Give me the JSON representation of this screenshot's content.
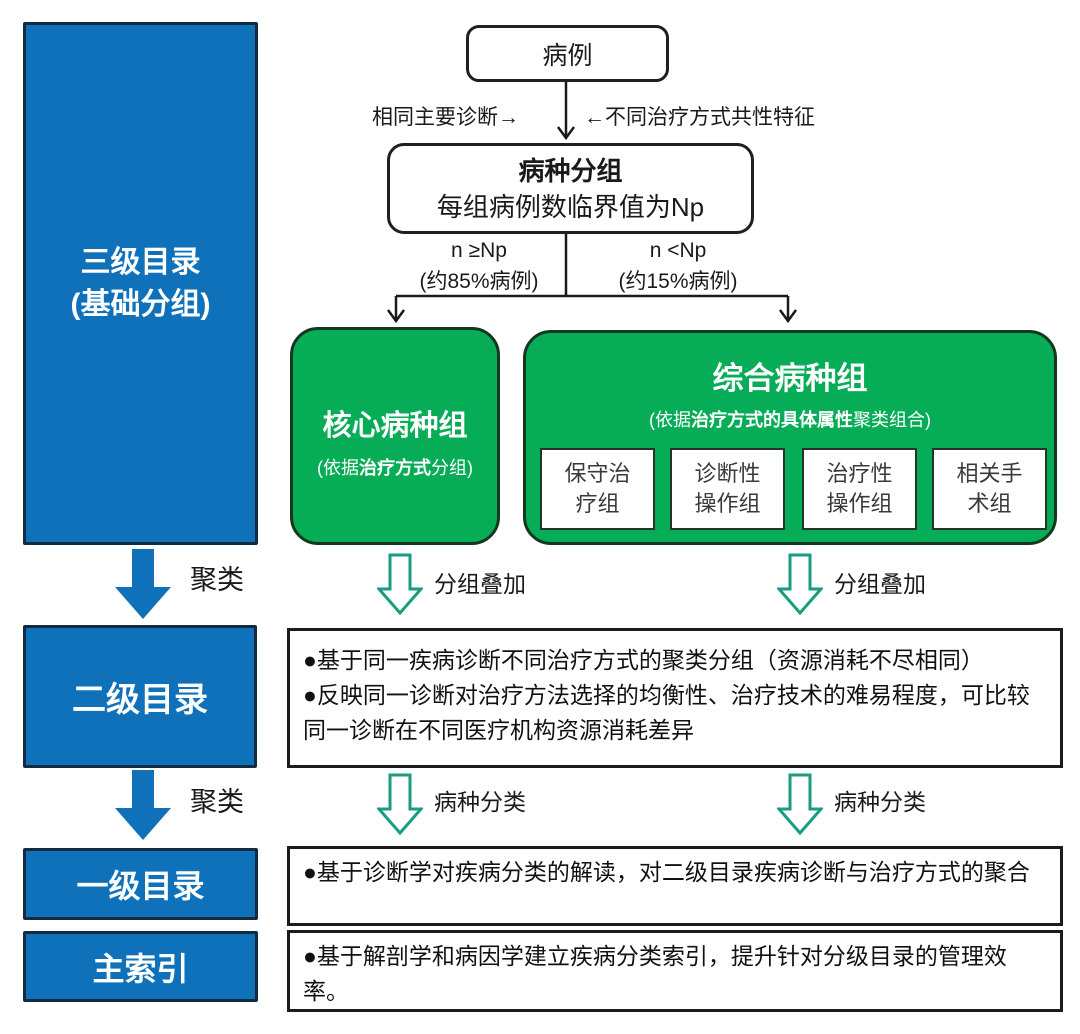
{
  "colors": {
    "blue": "#0f71ba",
    "green": "#07ac57",
    "teal_arrow_outline": "#1a9b82",
    "line_black": "#1a1a1a"
  },
  "left_column": {
    "level3_line1": "三级目录",
    "level3_line2": "(基础分组)",
    "cluster_top_label": "聚类",
    "level2_label": "二级目录",
    "cluster_bottom_label": "聚类",
    "level1_label": "一级目录",
    "main_index_label": "主索引"
  },
  "top_flow": {
    "case_box": "病例",
    "left_edge_label": "相同主要诊断→",
    "right_edge_label": "←不同治疗方式共性特征",
    "grouping_title": "病种分组",
    "grouping_subtitle": "每组病例数临界值为Np",
    "branch_left_condition": "n ≥Np",
    "branch_left_share": "(约85%病例)",
    "branch_right_condition": "n <Np",
    "branch_right_share": "(约15%病例)"
  },
  "core_group": {
    "title": "核心病种组",
    "sub_prefix": "(依据",
    "sub_bold": "治疗方式",
    "sub_suffix": "分组)"
  },
  "composite_group": {
    "title": "综合病种组",
    "sub_prefix": "(依据",
    "sub_bold": "治疗方式的具体属性",
    "sub_suffix": "聚类组合)",
    "sub_boxes": [
      {
        "line1": "保守治",
        "line2": "疗组"
      },
      {
        "line1": "诊断性",
        "line2": "操作组"
      },
      {
        "line1": "治疗性",
        "line2": "操作组"
      },
      {
        "line1": "相关手",
        "line2": "术组"
      }
    ]
  },
  "overlay_arrows": {
    "left_label": "分组叠加",
    "right_label": "分组叠加"
  },
  "classify_arrows": {
    "left_label": "病种分类",
    "right_label": "病种分类"
  },
  "notes": {
    "level2_line1": "●基于同一疾病诊断不同治疗方式的聚类分组（资源消耗不尽相同）",
    "level2_line2": "●反映同一诊断对治疗方法选择的均衡性、治疗技术的难易程度，可比较同一诊断在不同医疗机构资源消耗差异",
    "level1_text": "●基于诊断学对疾病分类的解读，对二级目录疾病诊断与治疗方式的聚合",
    "main_index_text": "●基于解剖学和病因学建立疾病分类索引，提升针对分级目录的管理效率。"
  }
}
